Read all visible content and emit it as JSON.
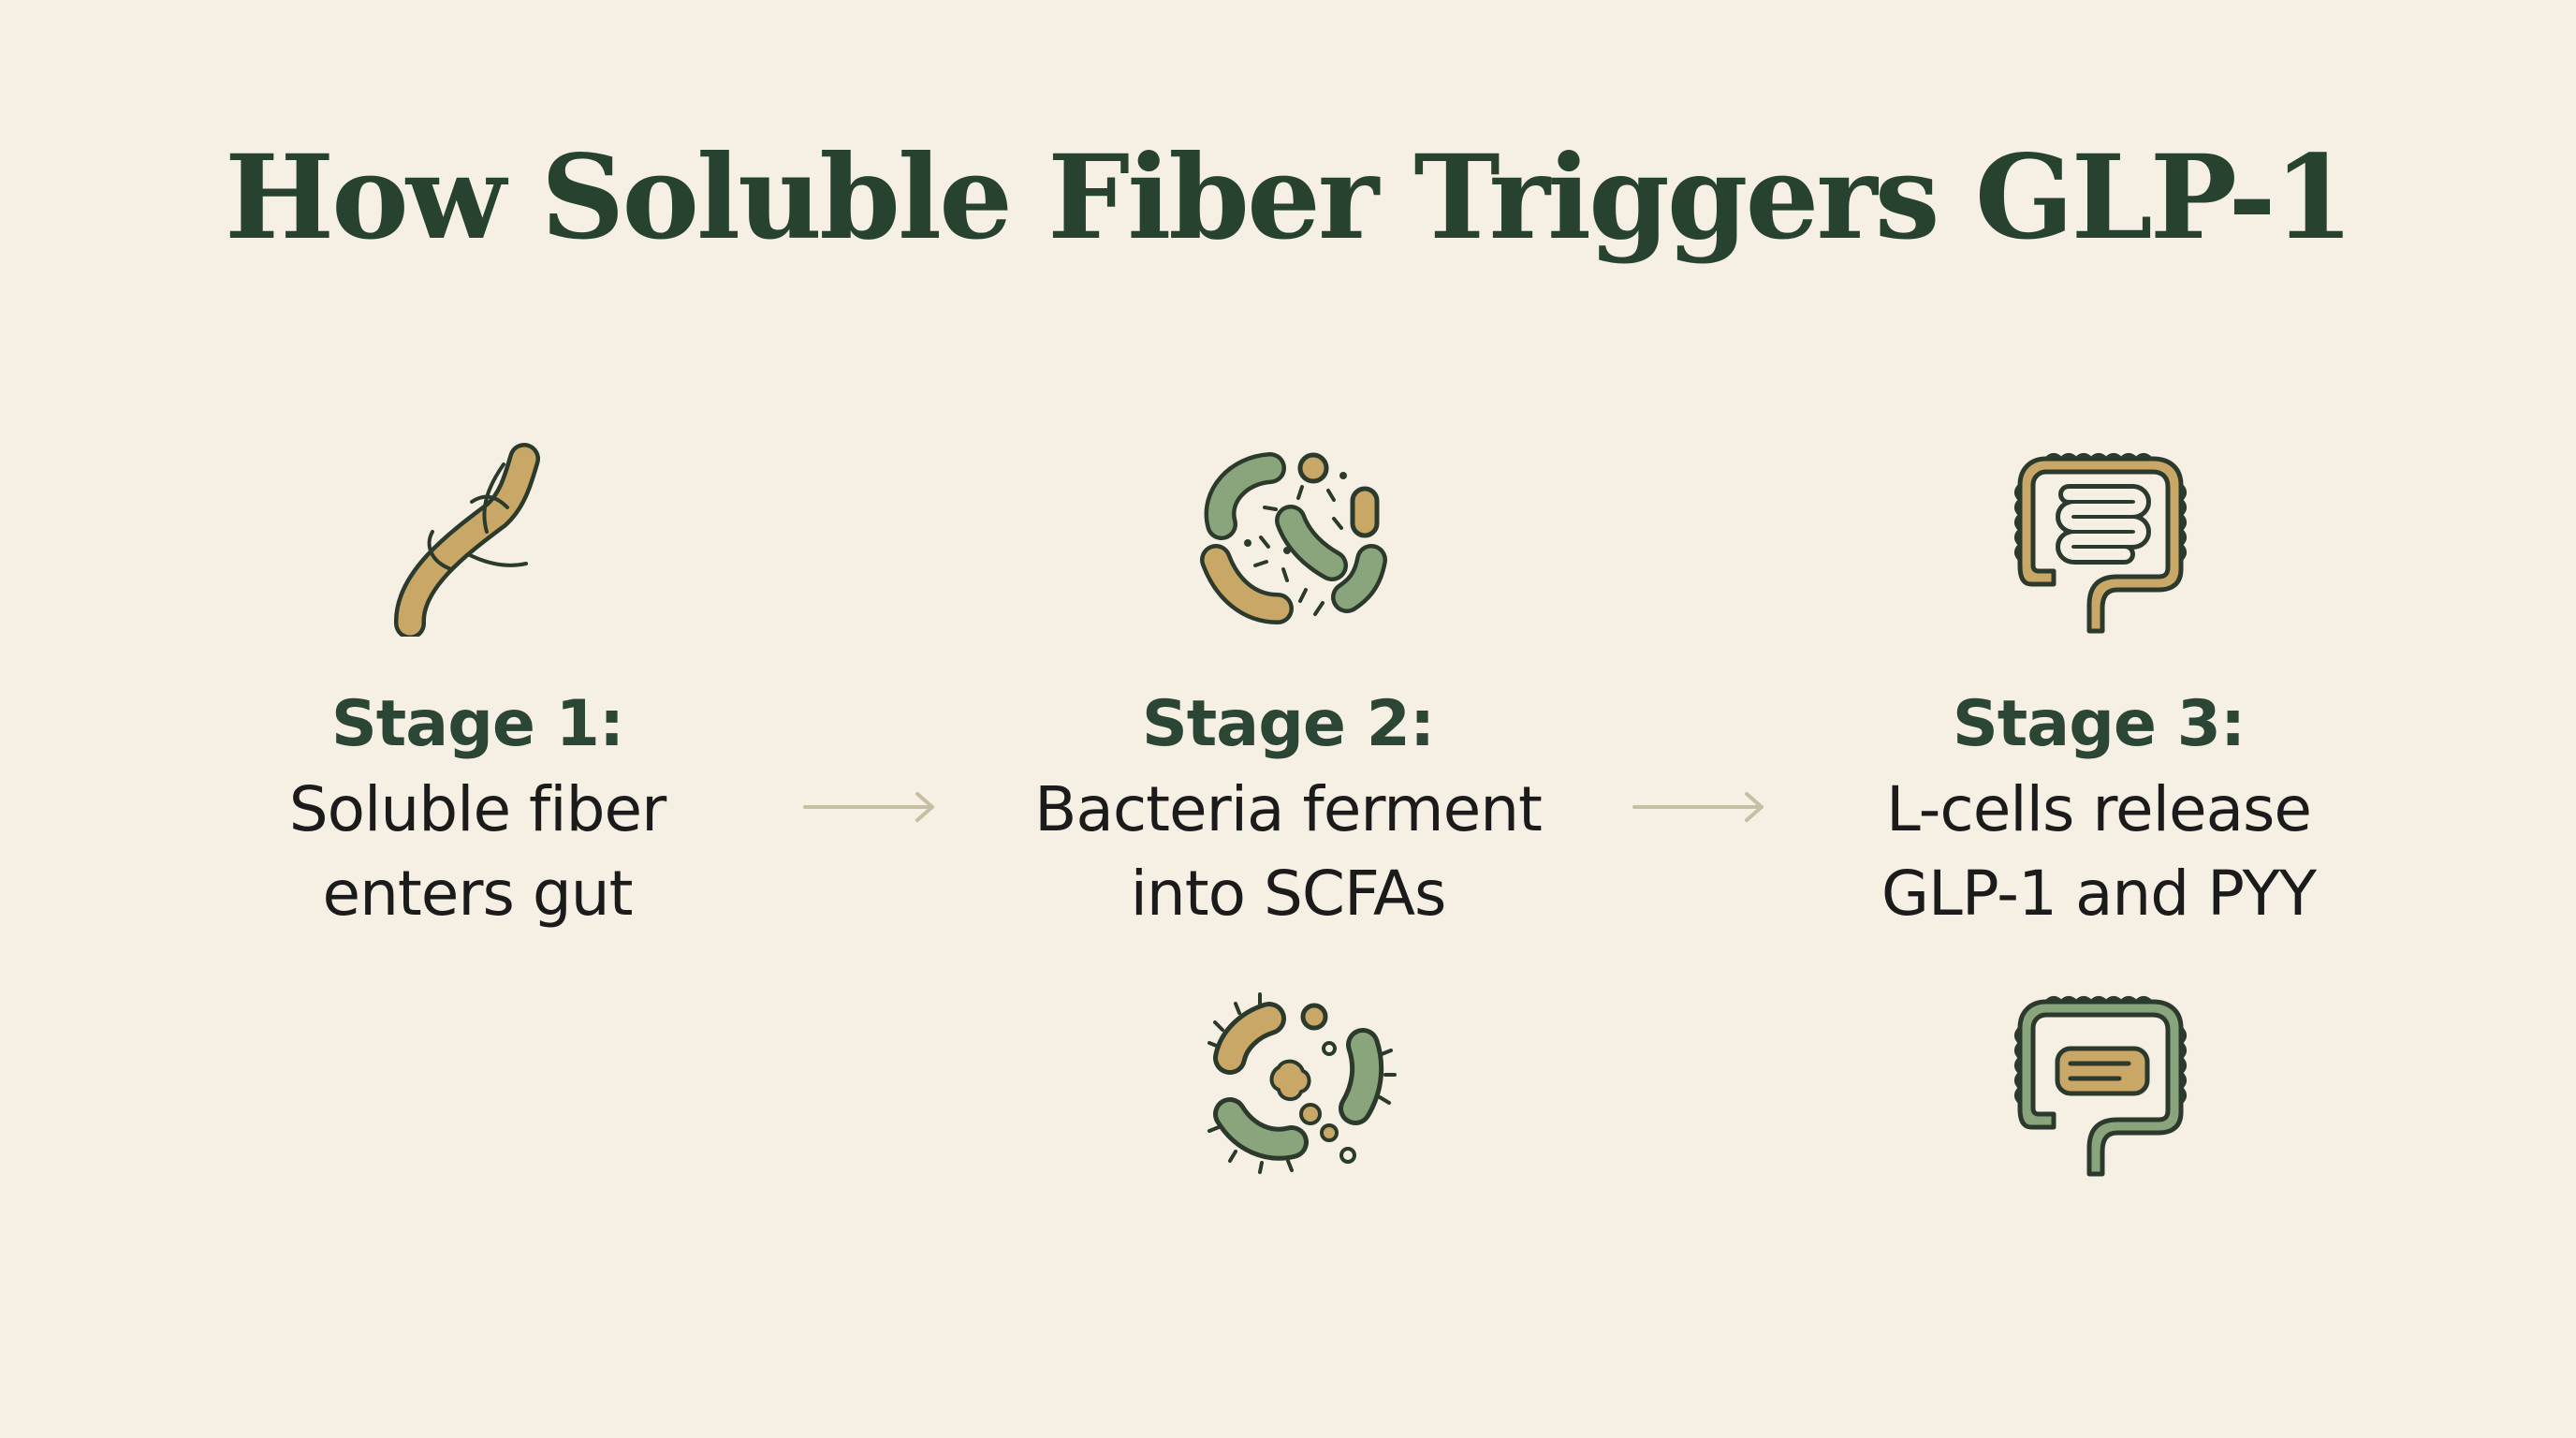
{
  "title": "How Soluble Fiber Triggers GLP-1",
  "colors": {
    "background": "#f6f0e4",
    "title": "#27432f",
    "outline": "#2b3a2c",
    "tan": "#c9a766",
    "sage": "#8aa57c",
    "arrow": "#c7bfa3"
  },
  "stages": [
    {
      "label": "Stage 1:",
      "line1": "Soluble fiber",
      "line2": "enters gut",
      "icons": [
        "fiber-strand-icon"
      ]
    },
    {
      "label": "Stage 2:",
      "line1": "Bacteria ferment",
      "line2": "into SCFAs",
      "icons": [
        "bacteria-cluster-icon",
        "bacteria-cluster-alt-icon"
      ]
    },
    {
      "label": "Stage 3:",
      "line1": "L-cells release",
      "line2": "GLP-1 and PYY",
      "icons": [
        "intestine-icon",
        "intestine-alt-icon"
      ]
    }
  ],
  "arrows": [
    "arrow-right-icon",
    "arrow-right-icon"
  ]
}
